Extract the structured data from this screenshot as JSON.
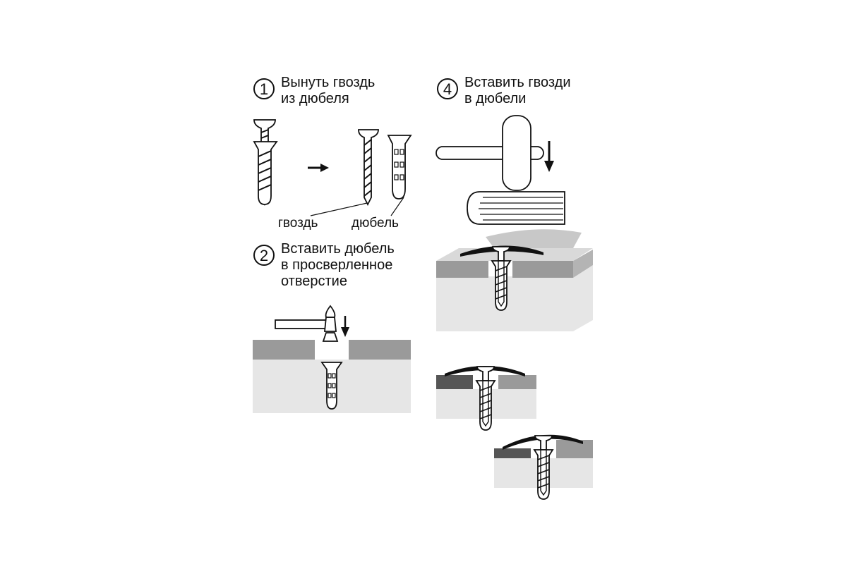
{
  "steps": [
    {
      "number": "1",
      "lines": [
        "Вынуть гвоздь",
        "из дюбеля"
      ]
    },
    {
      "number": "2",
      "lines": [
        "Вставить дюбель",
        "в просверленное",
        "отверстие"
      ]
    },
    {
      "number": "4",
      "lines": [
        "Вставить гвозди",
        "в дюбели"
      ]
    }
  ],
  "labels": {
    "nail": "гвоздь",
    "dowel": "дюбель"
  },
  "colors": {
    "ink": "#111111",
    "floor_light": "#e6e6e6",
    "floor_mid": "#9a9a9a",
    "floor_dark": "#555555",
    "profile_top": "#c8c8c8"
  }
}
